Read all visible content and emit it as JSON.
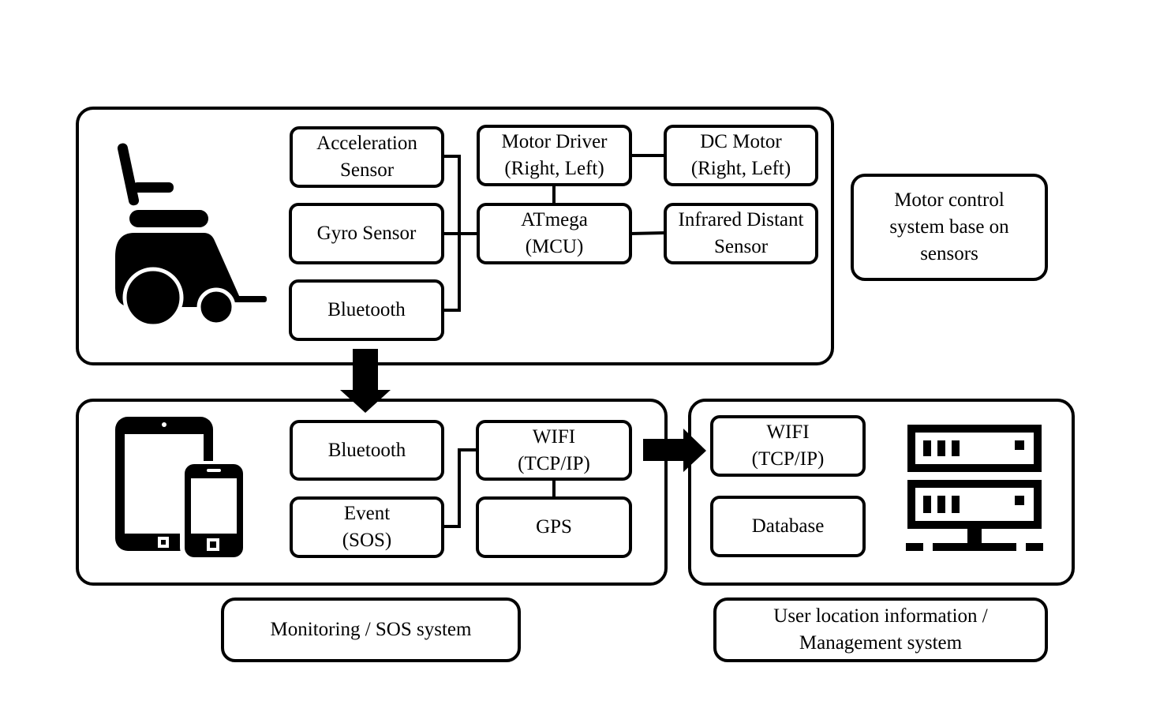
{
  "motor_section": {
    "acceleration_sensor": [
      "Acceleration",
      "Sensor"
    ],
    "gyro_sensor": [
      "Gyro Sensor"
    ],
    "bluetooth": [
      "Bluetooth"
    ],
    "motor_driver": [
      "Motor Driver",
      "(Right, Left)"
    ],
    "dc_motor": [
      "DC Motor",
      "(Right, Left)"
    ],
    "atmega": [
      "ATmega",
      "(MCU)"
    ],
    "infrared_sensor": [
      "Infrared Distant",
      "Sensor"
    ],
    "caption": [
      "Motor control",
      "system base on",
      "sensors"
    ]
  },
  "monitoring_section": {
    "bluetooth": [
      "Bluetooth"
    ],
    "wifi": [
      "WIFI",
      "(TCP/IP)"
    ],
    "event": [
      "Event",
      "(SOS)"
    ],
    "gps": [
      "GPS"
    ],
    "caption": [
      "Monitoring / SOS system"
    ]
  },
  "management_section": {
    "wifi": [
      "WIFI",
      "(TCP/IP)"
    ],
    "database": [
      "Database"
    ],
    "caption": [
      "User location  information /",
      "Management system"
    ]
  },
  "icons": [
    "wheelchair-icon",
    "tablet-phone-icon",
    "server-icon"
  ]
}
